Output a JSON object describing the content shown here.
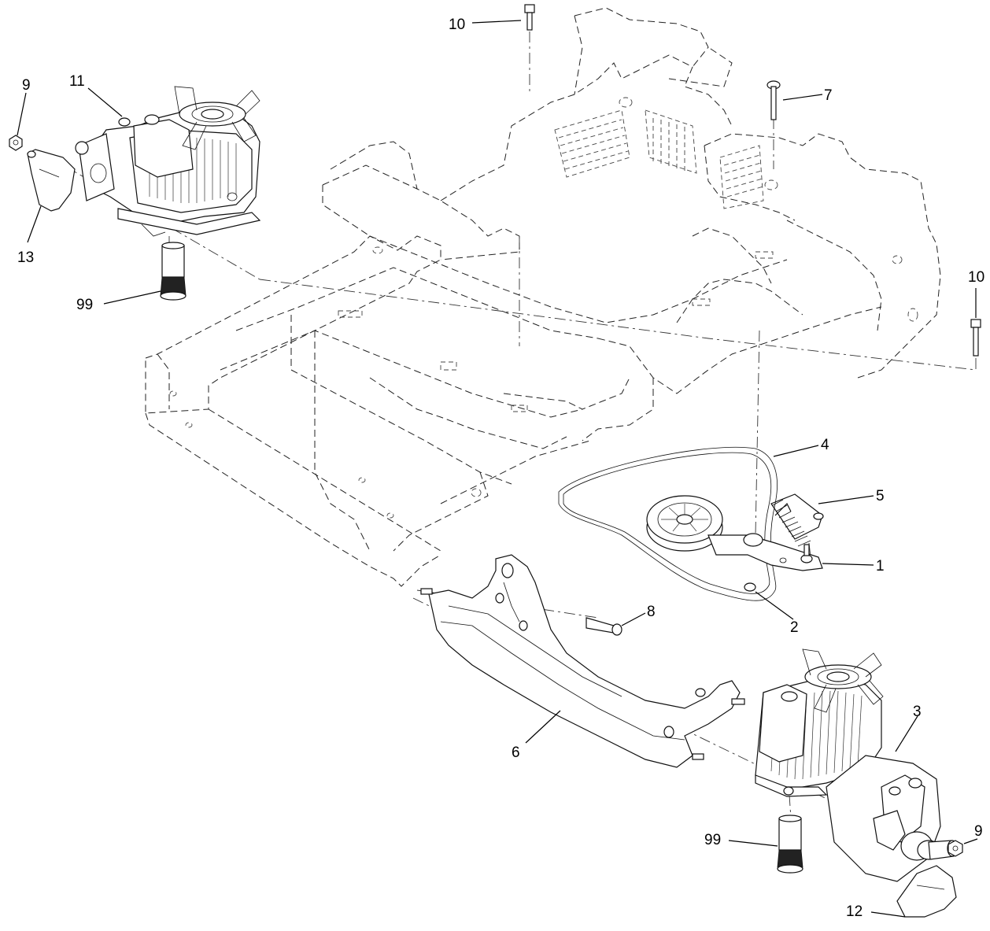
{
  "diagram": {
    "callouts": [
      {
        "id": "c10-top",
        "label": "10"
      },
      {
        "id": "c9-left",
        "label": "9"
      },
      {
        "id": "c11",
        "label": "11"
      },
      {
        "id": "c7",
        "label": "7"
      },
      {
        "id": "c13",
        "label": "13"
      },
      {
        "id": "c99-top",
        "label": "99"
      },
      {
        "id": "c10-right",
        "label": "10"
      },
      {
        "id": "c4",
        "label": "4"
      },
      {
        "id": "c5",
        "label": "5"
      },
      {
        "id": "c1",
        "label": "1"
      },
      {
        "id": "c8",
        "label": "8"
      },
      {
        "id": "c2",
        "label": "2"
      },
      {
        "id": "c3",
        "label": "3"
      },
      {
        "id": "c6",
        "label": "6"
      },
      {
        "id": "c99-bottom",
        "label": "99"
      },
      {
        "id": "c9-right",
        "label": "9"
      },
      {
        "id": "c12",
        "label": "12"
      }
    ]
  }
}
